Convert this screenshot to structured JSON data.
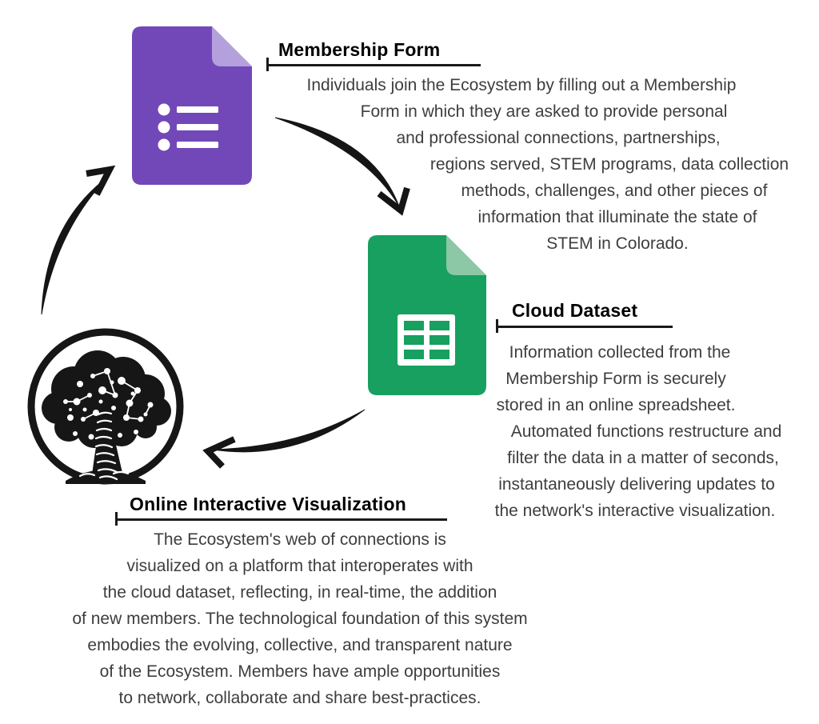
{
  "sections": {
    "membership_form": {
      "title": "Membership Form",
      "icon": "google-forms-icon",
      "icon_color": "#7248B9",
      "icon_fold_color": "#B3A0DC",
      "lines": [
        "Individuals join the Ecosystem by filling out a Membership",
        "Form in which they are asked to provide personal",
        "and professional connections, partnerships,",
        "regions served, STEM programs, data collection",
        "methods, challenges, and other pieces of",
        "information that illuminate the state of",
        "STEM in Colorado."
      ]
    },
    "cloud_dataset": {
      "title": "Cloud Dataset",
      "icon": "google-sheets-icon",
      "icon_color": "#17A05F",
      "icon_fold_color": "#8CC7A6",
      "lines": [
        "Information collected from the",
        "Membership Form is securely",
        "stored in an online spreadsheet.",
        "Automated functions restructure and",
        "filter the data in a matter of seconds,",
        "instantaneously delivering updates to",
        "the network's interactive visualization."
      ]
    },
    "online_interactive_visualization": {
      "title": "Online Interactive Visualization",
      "icon": "network-tree-logo",
      "icon_color": "#161616",
      "lines": [
        "The Ecosystem's web of connections is",
        "visualized on a platform that interoperates with",
        "the cloud dataset, reflecting, in real-time, the addition",
        "of new members. The technological foundation of this system",
        "embodies the evolving, collective, and transparent nature",
        "of the Ecosystem. Members have ample opportunities",
        "to network, collaborate and share best-practices."
      ]
    }
  },
  "colors": {
    "body_text": "#3E3E3E",
    "heading_text": "#000000",
    "arrow": "#151515"
  }
}
